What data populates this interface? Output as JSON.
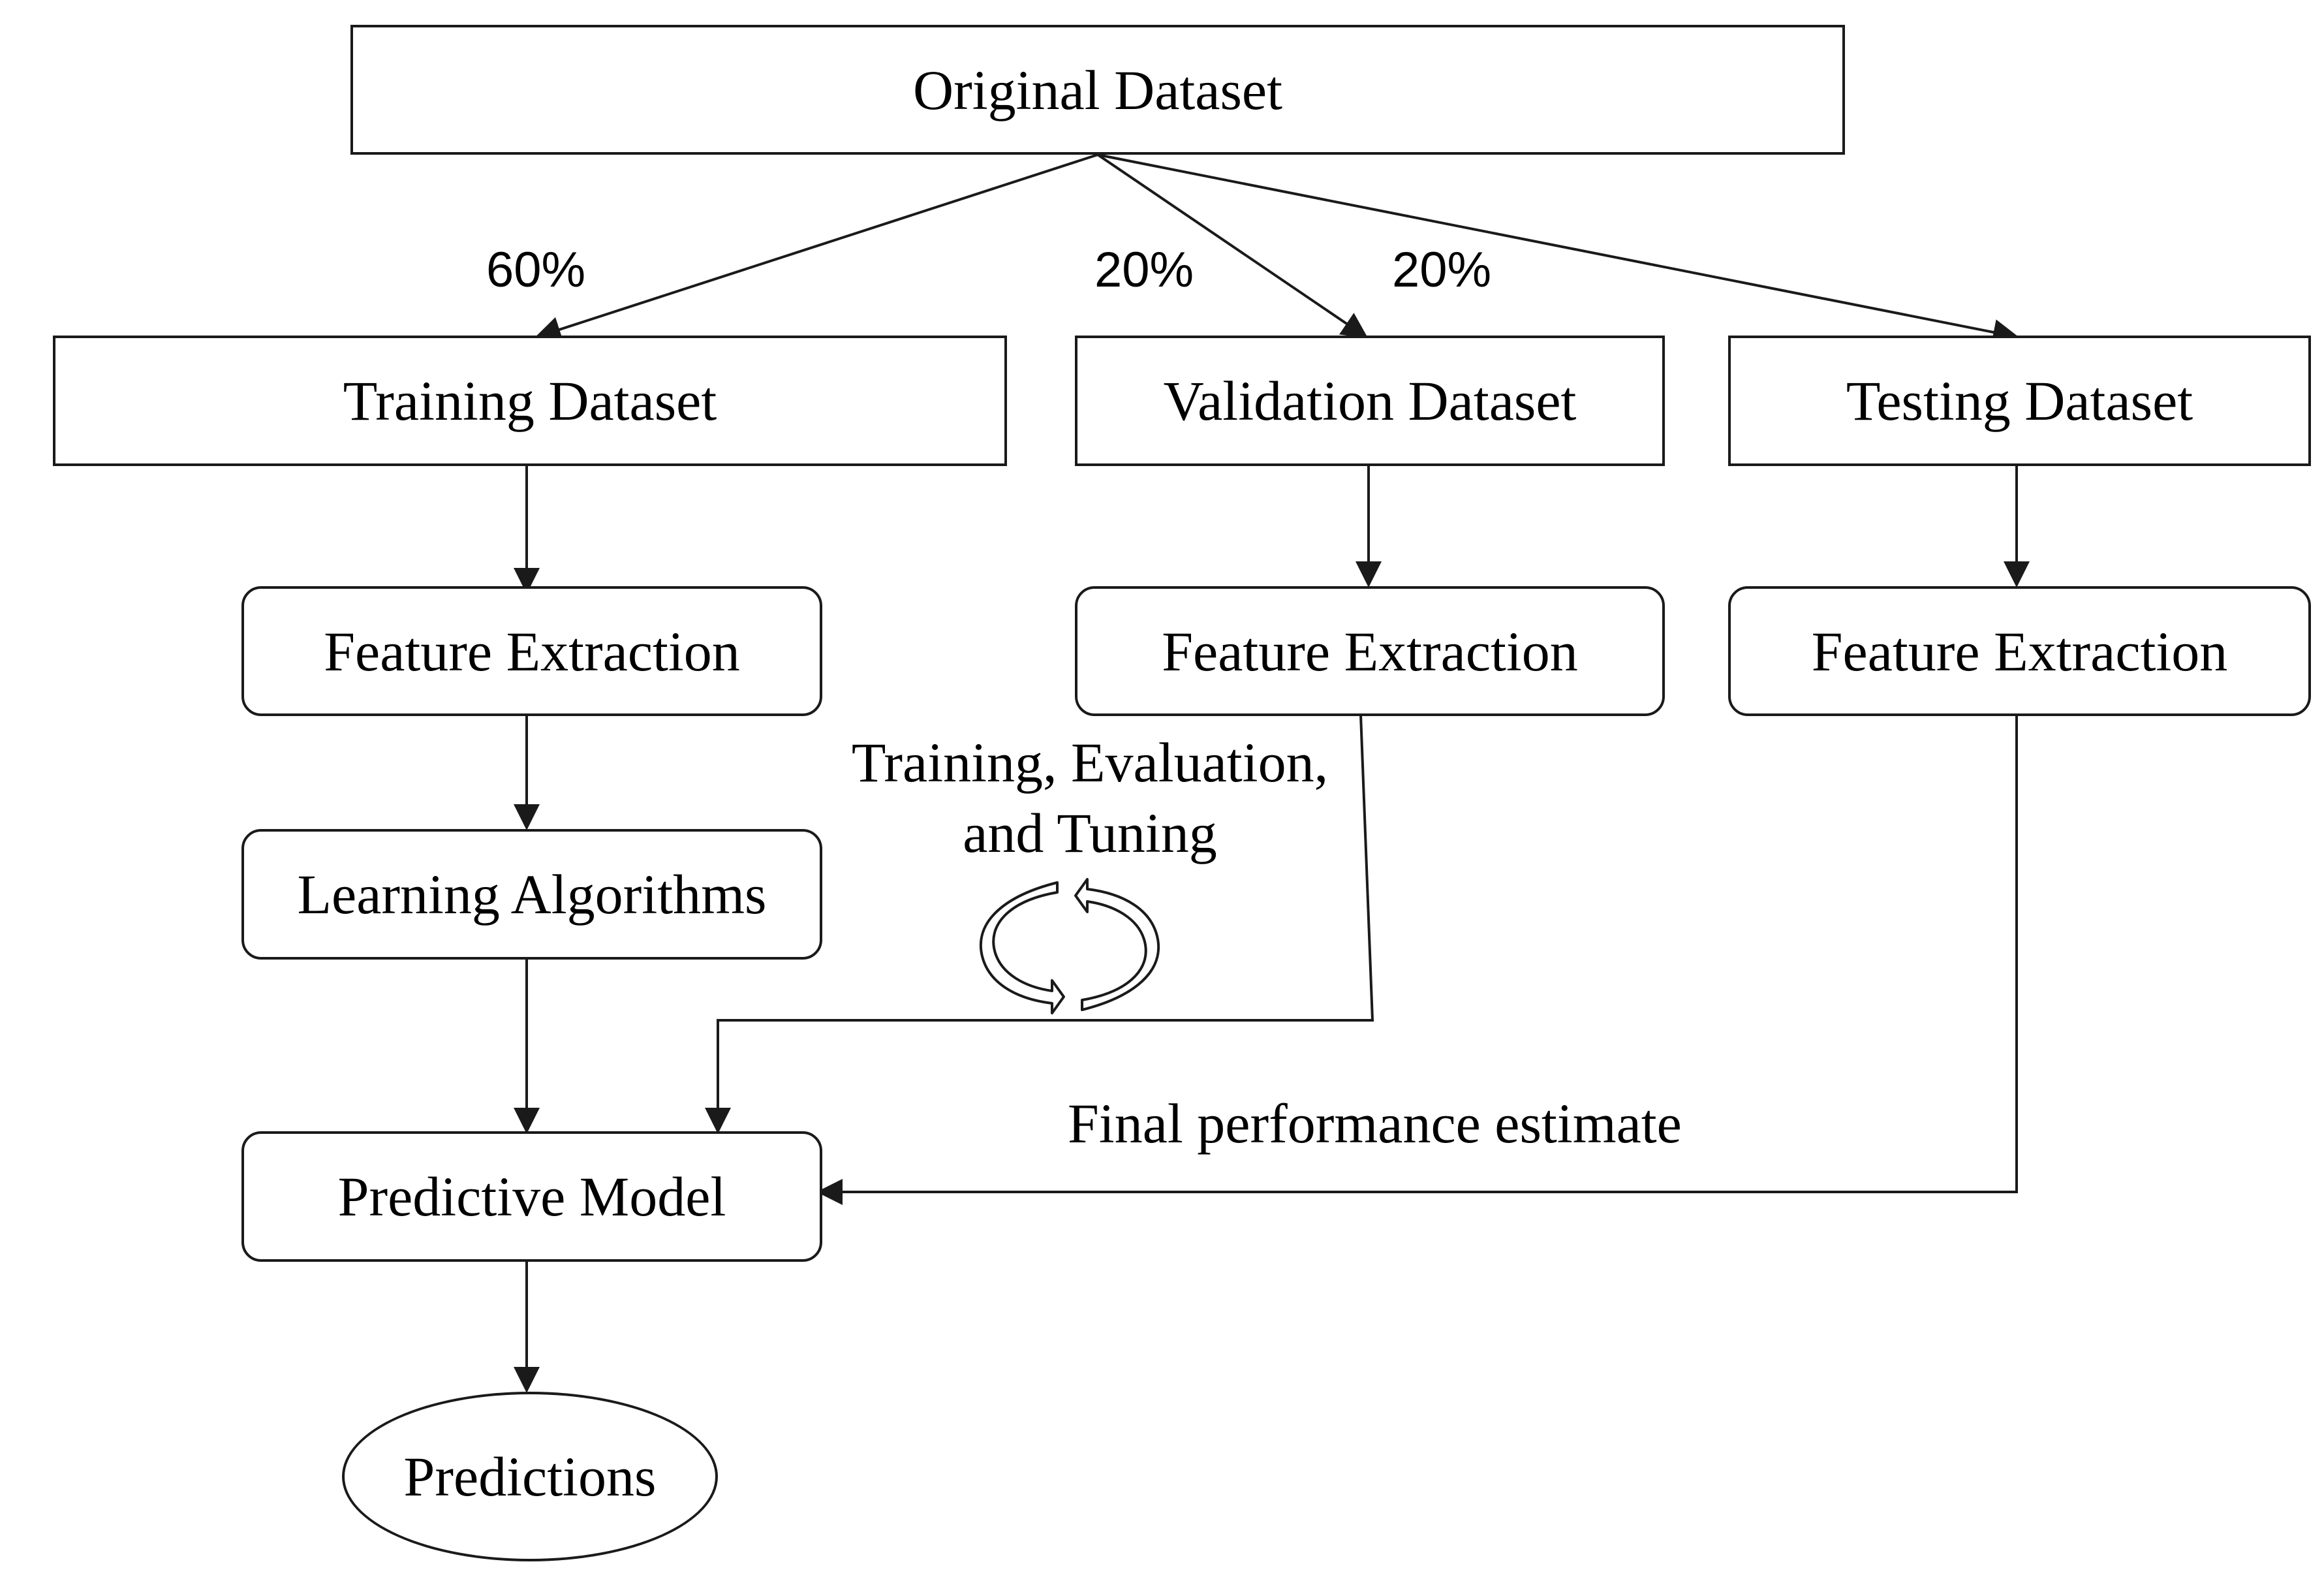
{
  "nodes": {
    "original": "Original Dataset",
    "training": "Training Dataset",
    "validation": "Validation Dataset",
    "testing": "Testing Dataset",
    "fe_training": "Feature Extraction",
    "fe_validation": "Feature Extraction",
    "fe_testing": "Feature Extraction",
    "learning": "Learning Algorithms",
    "model": "Predictive Model",
    "predictions": "Predictions"
  },
  "edge_labels": {
    "training_split": "60%",
    "validation_split": "20%",
    "testing_split": "20%",
    "tuning_line1": "Training, Evaluation,",
    "tuning_line2": "and Tuning",
    "final_estimate": "Final performance estimate"
  },
  "icons": {
    "cycle": "refresh-cycle-icon"
  },
  "colors": {
    "line": "#1a1a1a",
    "text": "#000000",
    "background": "#ffffff"
  }
}
